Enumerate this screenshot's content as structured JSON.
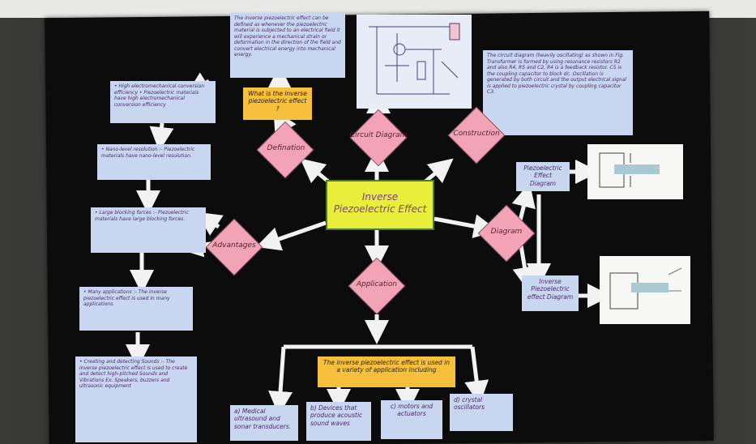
{
  "center": {
    "label": "Inverse Piezoelectric Effect"
  },
  "definition": {
    "question": "What is the inverse piezoelectric effect ?",
    "diamond": "Defination",
    "text": "The inverse piezoelectric effect can be defined as whenever the piezoelectric material is subjected to an electrical field it will experience a mechanical strain or deformation in the direction of the field and convert electrical energy into mechanical energy."
  },
  "circuit": {
    "diamond": "Circuit Diagram"
  },
  "construction": {
    "diamond": "Construction",
    "text": "The circuit diagram (heavily oscillating) as shown in Fig. Transformer is formed by using resonance resistors R2 and also R4, R5 and C2, R4 is a feedback resistor. C5 is the coupling capacitor to block dc. Oscillation is generated by both circuit and the output electrical signal is applied to piezoelectric crystal by coupling capacitor C3."
  },
  "diagram": {
    "diamond": "Diagram",
    "label1": "Piezoelectric Effect Diagram",
    "label2": "Inverse Piezoelectric effect Diagram"
  },
  "advantages": {
    "diamond": "Advantages",
    "items": [
      "• High electromechanical conversion efficiency • Piezoelectric materials have high electromechanical conversion efficiency",
      "• Nano-level resolution :- Piezoelectric materials have nano-level resolution.",
      "• Large blocking forces :- Piezoelectric materials have large blocking forces.",
      "• Many applications :- The inverse piezoelectric effect is used in many applications.",
      "• Creating and detecting Sounds :- The inverse piezoelectric effect is used to create and detect high-pitched Sounds and Vibrations Ex. Speakers, buzzers and ultrasonic equipment"
    ]
  },
  "application": {
    "diamond": "Application",
    "intro": "The inverse piezoelectric effect is used in a variety of application including",
    "items": [
      "a) Medical ultrasound and sonar transducers.",
      "b) Devices that produce acoustic sound waves",
      "c) motors and actuators",
      "d) crystal oscillators"
    ]
  },
  "colors": {
    "board": "#0c0c0d",
    "card_blue": "#c9d6ef",
    "card_yellow": "#f6c03c",
    "center_yellow": "#e9ee3b",
    "diamond_pink": "#f3a3b8",
    "ink_purple": "#4b2a6e"
  }
}
